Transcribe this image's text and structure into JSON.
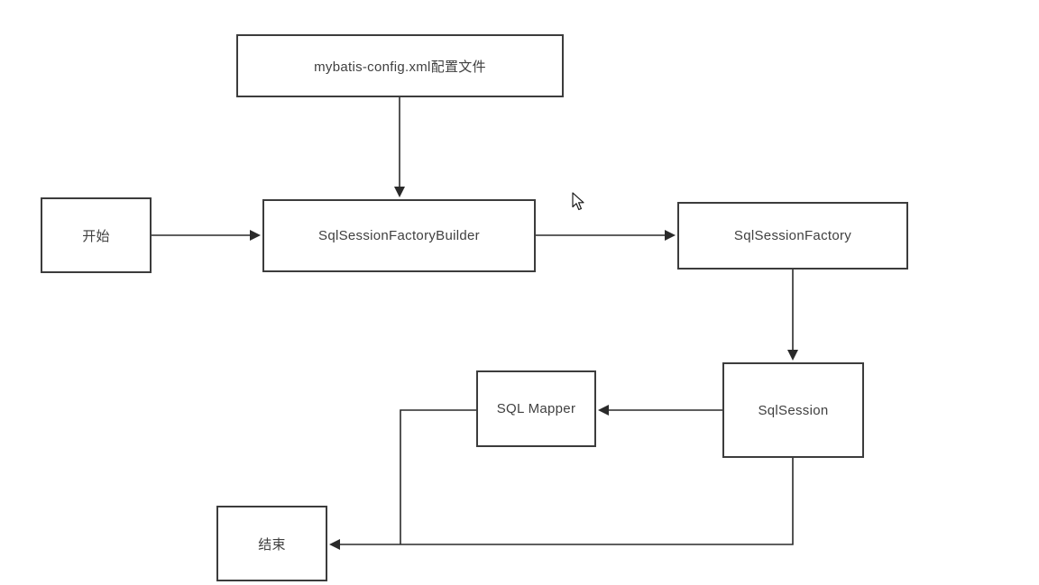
{
  "diagram": {
    "title": "MyBatis flow diagram",
    "nodes": {
      "config": {
        "label": "mybatis-config.xml配置文件"
      },
      "start": {
        "label": "开始"
      },
      "builder": {
        "label": "SqlSessionFactoryBuilder"
      },
      "factory": {
        "label": "SqlSessionFactory"
      },
      "session": {
        "label": "SqlSession"
      },
      "mapper": {
        "label": "SQL Mapper"
      },
      "end": {
        "label": "结束"
      }
    },
    "edges": [
      {
        "from": "config",
        "to": "builder",
        "arrow": true
      },
      {
        "from": "start",
        "to": "builder",
        "arrow": true
      },
      {
        "from": "builder",
        "to": "factory",
        "arrow": true
      },
      {
        "from": "factory",
        "to": "session",
        "arrow": true
      },
      {
        "from": "session",
        "to": "mapper",
        "arrow": true
      },
      {
        "from": "mapper",
        "to": "end",
        "arrow": false
      },
      {
        "from": "session",
        "to": "end",
        "arrow": true
      }
    ],
    "colors": {
      "box_border": "#3c3c3c",
      "box_fill": "#ffffff",
      "text": "#404040",
      "line": "#2a2a2a",
      "background": "#ffffff"
    }
  }
}
